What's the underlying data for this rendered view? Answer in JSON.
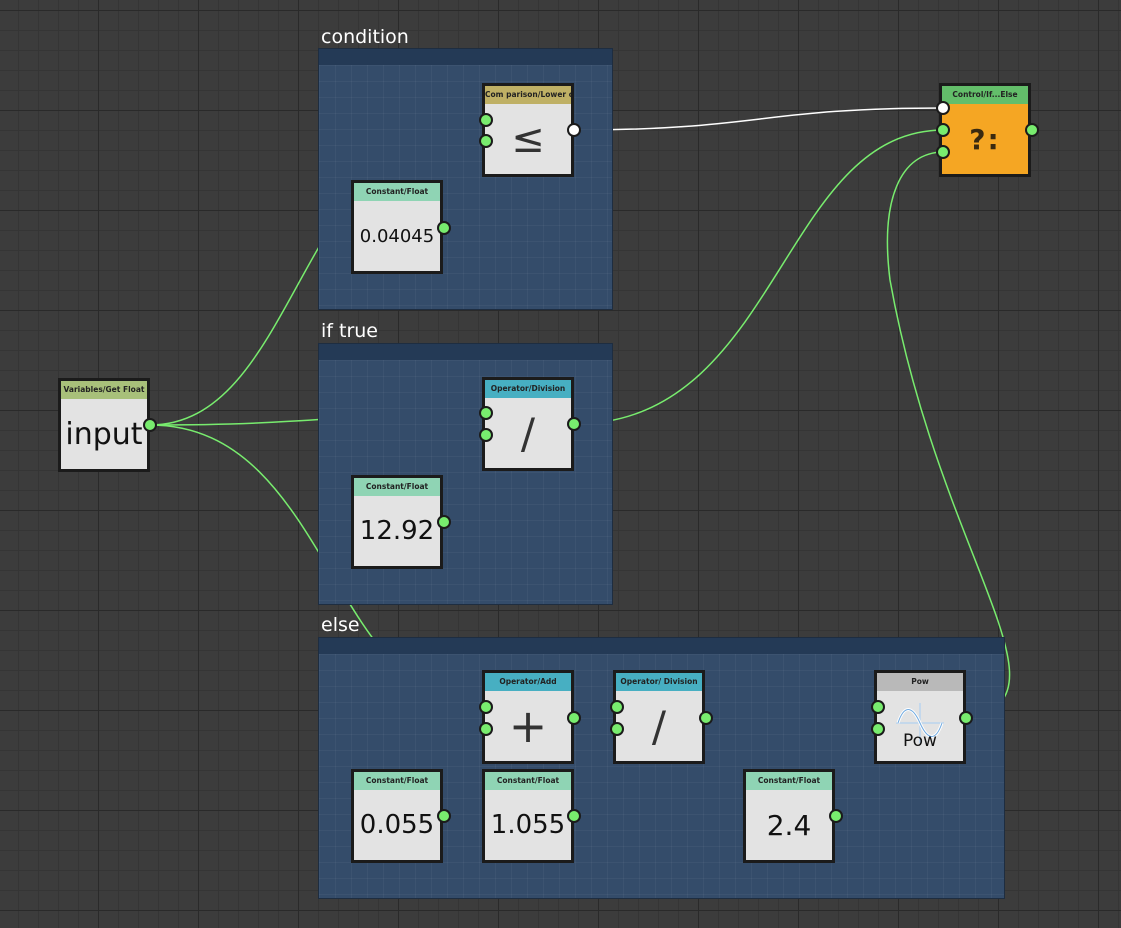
{
  "groups": {
    "condition": "condition",
    "if_true": "if true",
    "else": "else"
  },
  "nodes": {
    "get_input": {
      "header": "Variables/Get Float",
      "value": "input"
    },
    "compare": {
      "header": "Com parison/Lower or ...",
      "symbol": "≤"
    },
    "const_threshold": {
      "header": "Constant/Float",
      "value": "0.04045"
    },
    "division_true": {
      "header": "Operator/Division",
      "symbol": "/"
    },
    "const_1292": {
      "header": "Constant/Float",
      "value": "12.92"
    },
    "add": {
      "header": "Operator/Add",
      "symbol": "+"
    },
    "division_else": {
      "header": "Operator/ Division",
      "symbol": "/"
    },
    "pow": {
      "header": "Pow",
      "label": "Pow"
    },
    "const_0055": {
      "header": "Constant/Float",
      "value": "0.055"
    },
    "const_1055": {
      "header": "Constant/Float",
      "value": "1.055"
    },
    "const_24": {
      "header": "Constant/Float",
      "value": "2.4"
    },
    "if_else": {
      "header": "Control/If...Else",
      "symbol": "?:"
    }
  },
  "colors": {
    "background": "#3c3c3c",
    "group_fill": "#344c6a",
    "wire": "#78ec6e",
    "header_variables": "#a8c07a",
    "header_comparison": "#bfb065",
    "header_constant": "#8fd4b4",
    "header_operator": "#47afc2",
    "header_math": "#b9b9b9",
    "header_control": "#63be6a",
    "control_body": "#f5a623"
  }
}
